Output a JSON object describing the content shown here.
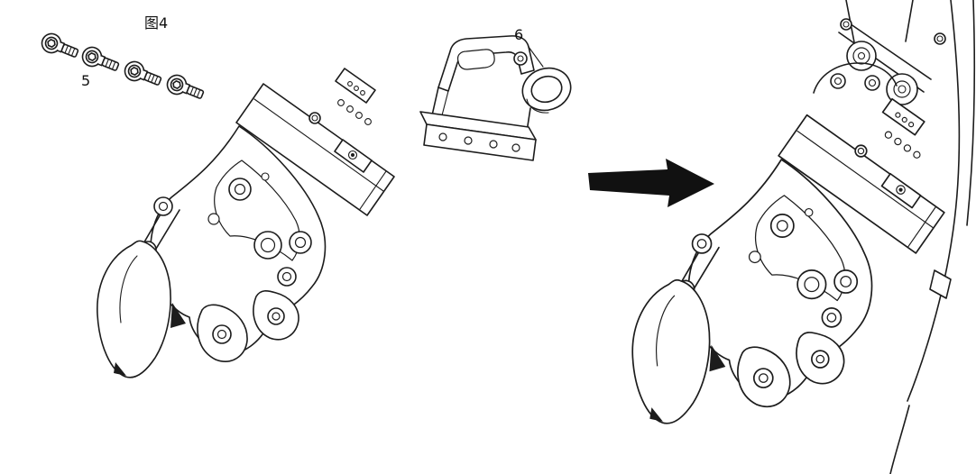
{
  "page": {
    "background": "#ffffff",
    "line_color": "#1c1c1c",
    "arrow_color": "#111111"
  },
  "labels": {
    "figure": "图4",
    "screws": "5",
    "bracket": "6"
  }
}
